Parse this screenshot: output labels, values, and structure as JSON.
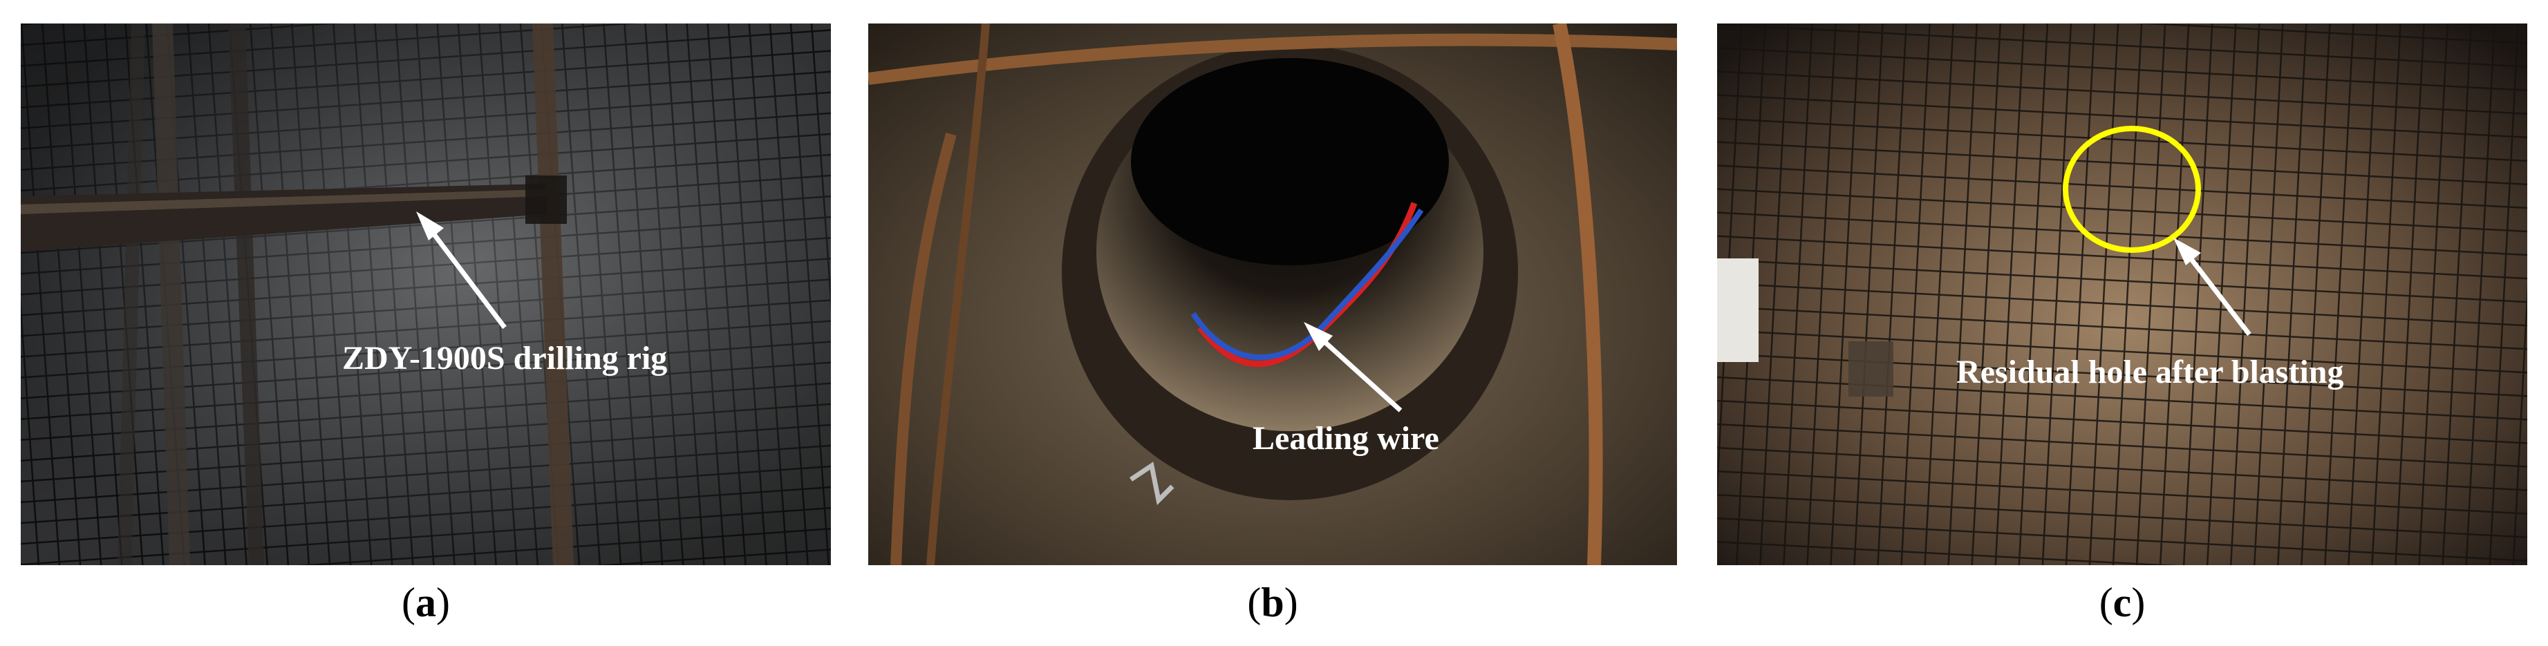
{
  "panels": [
    {
      "id": "a",
      "label": "ZDY-1900S drilling rig",
      "caption": {
        "open": "(",
        "letter": "a",
        "close": ")"
      }
    },
    {
      "id": "b",
      "label": "Leading wire",
      "caption": {
        "open": "(",
        "letter": "b",
        "close": ")"
      }
    },
    {
      "id": "c",
      "label": "Residual hole after blasting",
      "caption": {
        "open": "(",
        "letter": "c",
        "close": ")"
      }
    }
  ],
  "colors": {
    "annotation_arrow": "#ffffff",
    "highlight_circle": "#ffff00"
  }
}
